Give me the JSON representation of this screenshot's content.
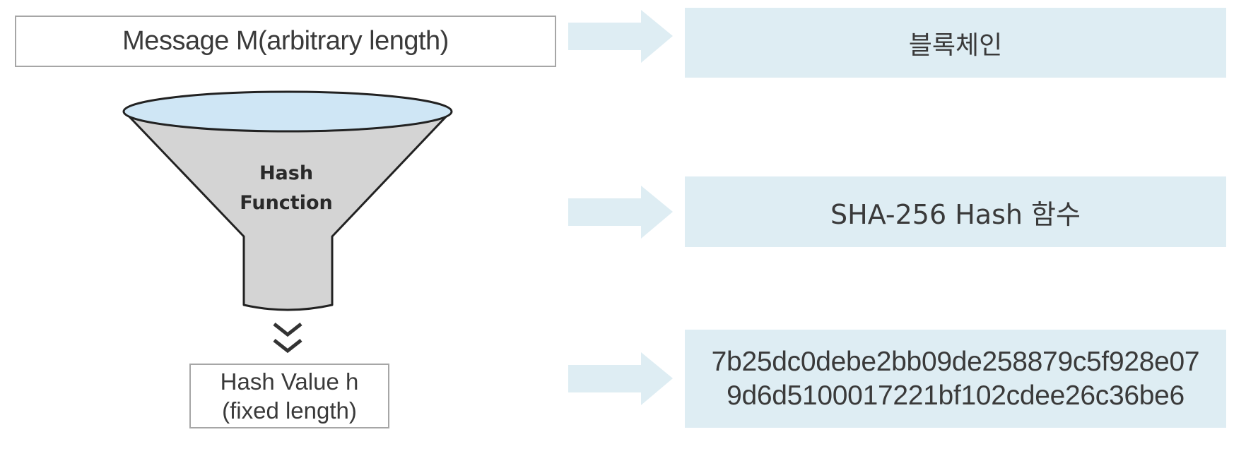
{
  "message_label": "Message M(arbitrary length)",
  "hash_function_label": "Hash\nFunction",
  "hash_value_label": "Hash Value h\n(fixed length)",
  "results": {
    "blockchain": "블록체인",
    "hash_function": "SHA-256 Hash 함수",
    "hash_value": "7b25dc0debe2bb09de258879c5f928e07\n9d6d5100017221bf102cdee26c36be6"
  },
  "colors": {
    "result_bg": "#deedf3",
    "arrow": "#deedf3",
    "funnel_top": "#cfe6f5",
    "funnel_body": "#d4d4d4"
  }
}
